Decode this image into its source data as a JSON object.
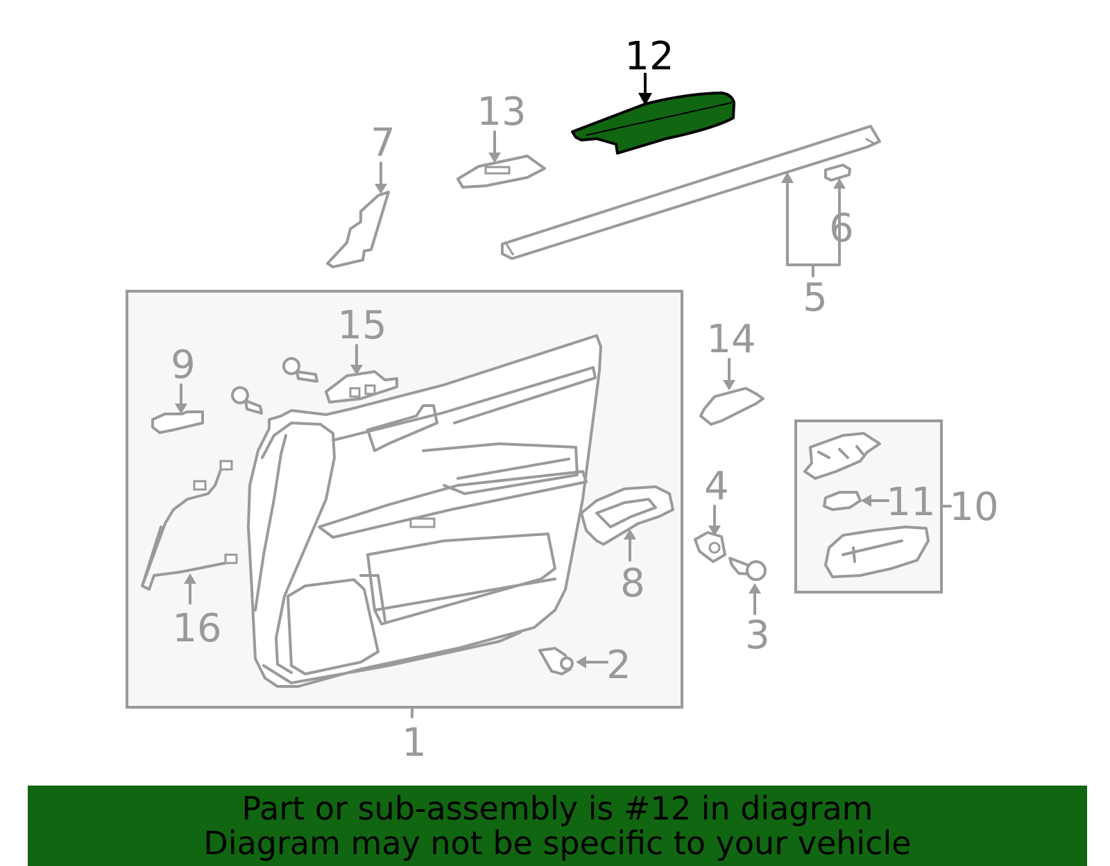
{
  "callouts": {
    "c1": "1",
    "c2": "2",
    "c3": "3",
    "c4": "4",
    "c5": "5",
    "c6": "6",
    "c7": "7",
    "c8": "8",
    "c9": "9",
    "c10": "10",
    "c11": "11",
    "c12": "12",
    "c13": "13",
    "c14": "14",
    "c15": "15",
    "c16": "16"
  },
  "highlight": {
    "part": "12",
    "color": "#116611"
  },
  "banner": {
    "line1": "Part or sub-assembly is #12 in diagram",
    "line2": "Diagram may not be specific to your vehicle",
    "background": "#116611"
  }
}
